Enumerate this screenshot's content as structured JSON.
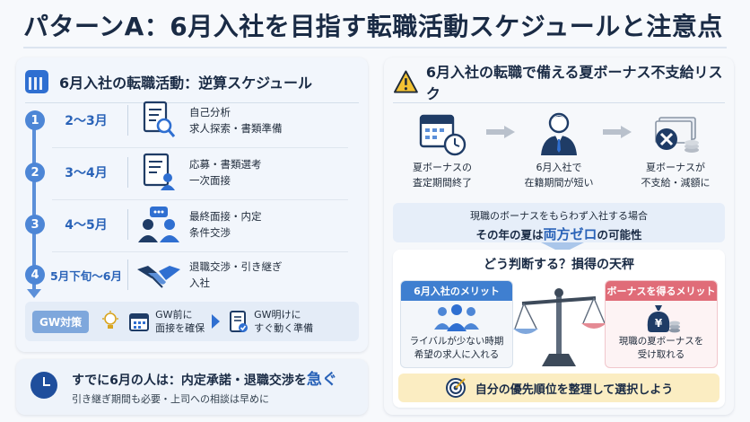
{
  "title": "パターンA：6月入社を目指す転職活動スケジュールと注意点",
  "left": {
    "heading": "6月入社の転職活動：逆算スケジュール",
    "steps": [
      {
        "num": "1",
        "period": "2〜3月",
        "line1": "自己分析",
        "line2": "求人探索・書類準備",
        "icon": "document-search-icon"
      },
      {
        "num": "2",
        "period": "3〜4月",
        "line1": "応募・書類選考",
        "line2": "一次面接",
        "icon": "resume-icon"
      },
      {
        "num": "3",
        "period": "4〜5月",
        "line1": "最終面接・内定",
        "line2": "条件交渉",
        "icon": "interview-icon"
      },
      {
        "num": "4",
        "period": "5月下旬〜6月",
        "line1": "退職交渉・引き継ぎ",
        "line2": "入社",
        "icon": "handshake-icon"
      }
    ],
    "gw": {
      "label": "GW対策",
      "item1": {
        "line1": "GW前に",
        "line2": "面接を確保"
      },
      "item2": {
        "line1": "GW明けに",
        "line2": "すぐ動く準備"
      }
    }
  },
  "bottom_left": {
    "main_prefix": "すでに6月の人は：内定承諾・退職交渉を",
    "main_emphasis": "急ぐ",
    "sub": "引き継ぎ期間も必要・上司への相談は早めに"
  },
  "right": {
    "heading": "6月入社の転職で備える夏ボーナス不支給リスク",
    "flow": [
      {
        "line1": "夏ボーナスの",
        "line2": "査定期間終了",
        "icon": "calendar-clock-icon"
      },
      {
        "line1": "6月入社で",
        "line2": "在籍期間が短い",
        "icon": "businessman-icon"
      },
      {
        "line1": "夏ボーナスが",
        "line2": "不支給・減額に",
        "icon": "money-cancel-icon"
      }
    ],
    "zero": {
      "line1": "現職のボーナスをもらわず入社する場合",
      "line2_prefix": "その年の夏は",
      "line2_highlight": "両方ゼロ",
      "line2_suffix": "の可能性"
    },
    "judge": {
      "title": "どう判断する？損得の天秤",
      "merit_june": {
        "header": "6月入社のメリット",
        "line1": "ライバルが少ない時期",
        "line2": "希望の求人に入れる"
      },
      "merit_bonus": {
        "header": "ボーナスを得るメリット",
        "line1": "現職の夏ボーナスを",
        "line2": "受け取れる"
      },
      "decide": "自分の優先順位を整理して選択しよう"
    }
  },
  "colors": {
    "accent_blue": "#2f6fd1",
    "accent_red": "#e06c78",
    "highlight_yellow": "#fbedc2"
  }
}
